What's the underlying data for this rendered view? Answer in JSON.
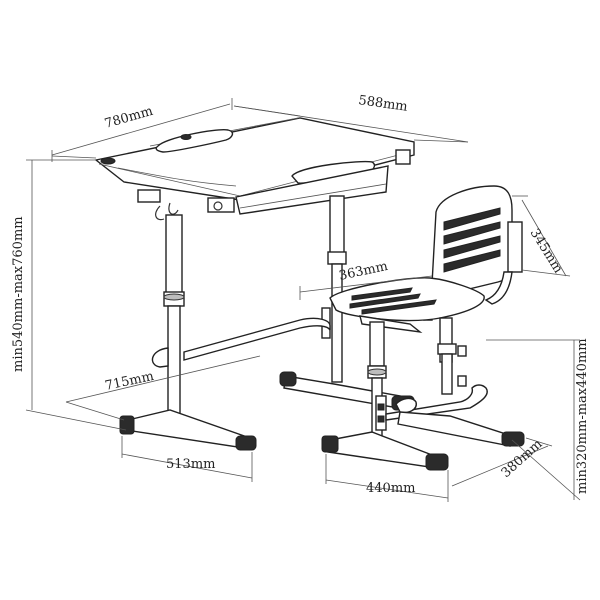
{
  "dimensions": {
    "desk_width": "780mm",
    "desk_depth": "588mm",
    "desk_height": "min540mm-max760mm",
    "desk_leg_depth": "715mm",
    "desk_base_width": "513mm",
    "chair_seat_depth": "363mm",
    "chair_back_width": "345mm",
    "chair_height": "min320mm-max440mm",
    "chair_base_width": "440mm",
    "chair_base_depth": "380mm"
  },
  "colors": {
    "line": "#222222",
    "foot_cap": "#2b2b2b",
    "shade": "#bdbdbd"
  }
}
